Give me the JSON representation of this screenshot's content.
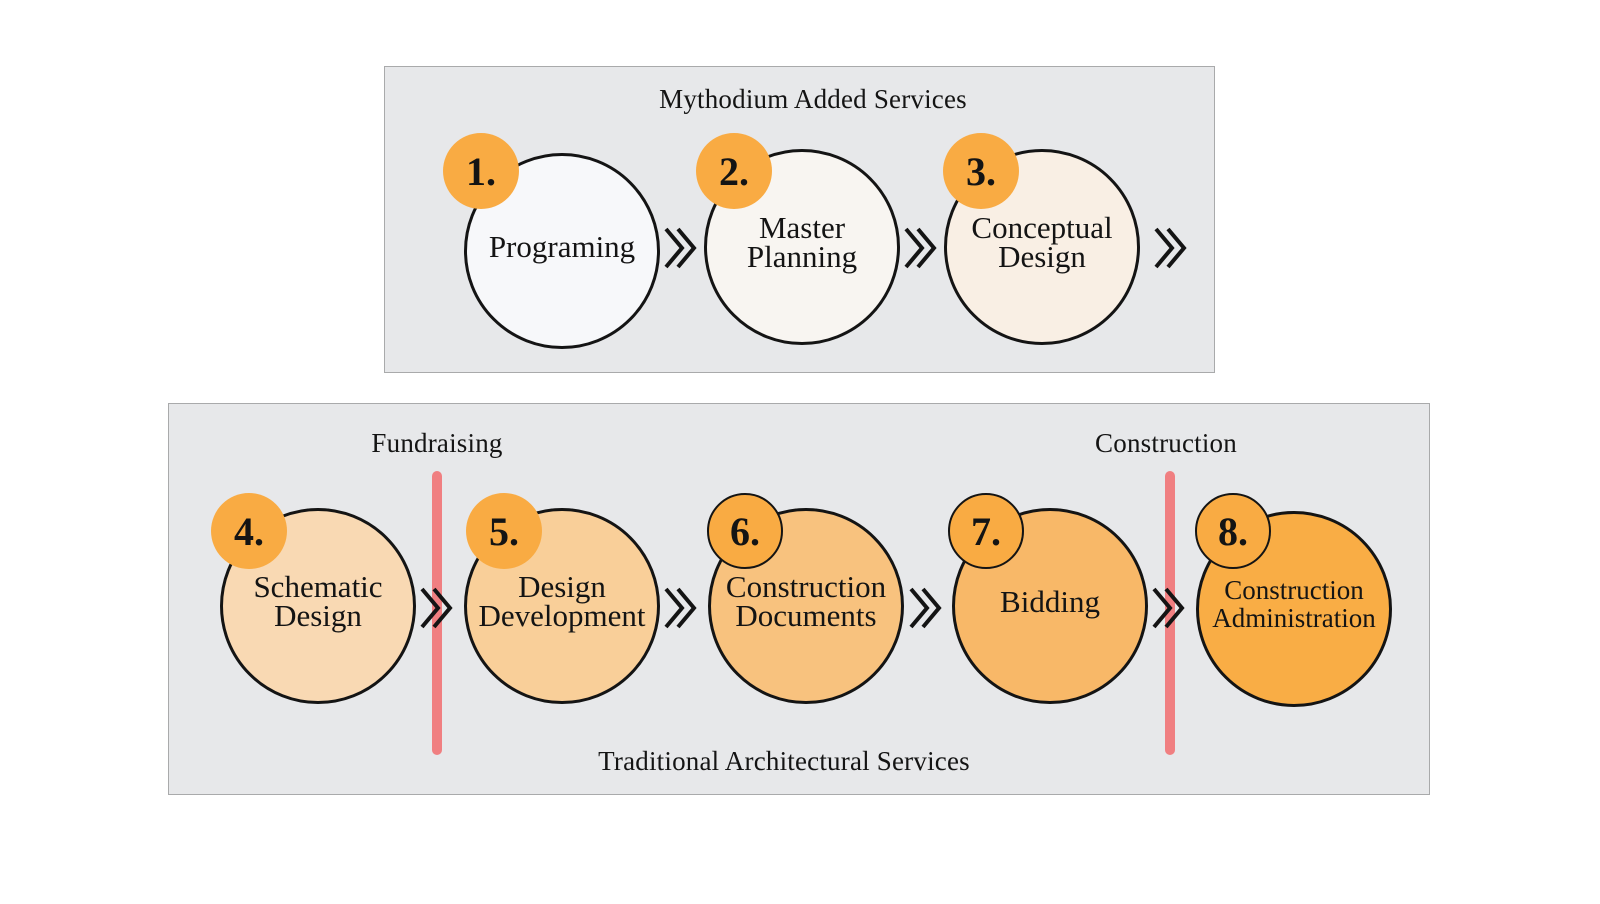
{
  "top_panel": {
    "title": "Mythodium Added Services",
    "steps": [
      {
        "number": "1.",
        "label": "Programing",
        "fill": "#f7f8fa"
      },
      {
        "number": "2.",
        "label": "Master\nPlanning",
        "fill": "#f8f5f1"
      },
      {
        "number": "3.",
        "label": "Conceptual\nDesign",
        "fill": "#f9efe4"
      }
    ]
  },
  "bottom_panel": {
    "title": "Traditional Architectural Services",
    "phase_labels": {
      "fundraising": "Fundraising",
      "construction": "Construction"
    },
    "steps": [
      {
        "number": "4.",
        "label": "Schematic\nDesign",
        "fill": "#f9d9b3"
      },
      {
        "number": "5.",
        "label": "Design\nDevelopment",
        "fill": "#f9cf99"
      },
      {
        "number": "6.",
        "label": "Construction\nDocuments",
        "fill": "#f8c27e"
      },
      {
        "number": "7.",
        "label": "Bidding",
        "fill": "#f8b868"
      },
      {
        "number": "8.",
        "label": "Construction\nAdministration",
        "fill": "#f9ad45"
      }
    ]
  },
  "colors": {
    "badge": "#f9ab43",
    "divider": "#f07f81",
    "panel_bg": "#e7e8ea",
    "stroke": "#141414"
  }
}
